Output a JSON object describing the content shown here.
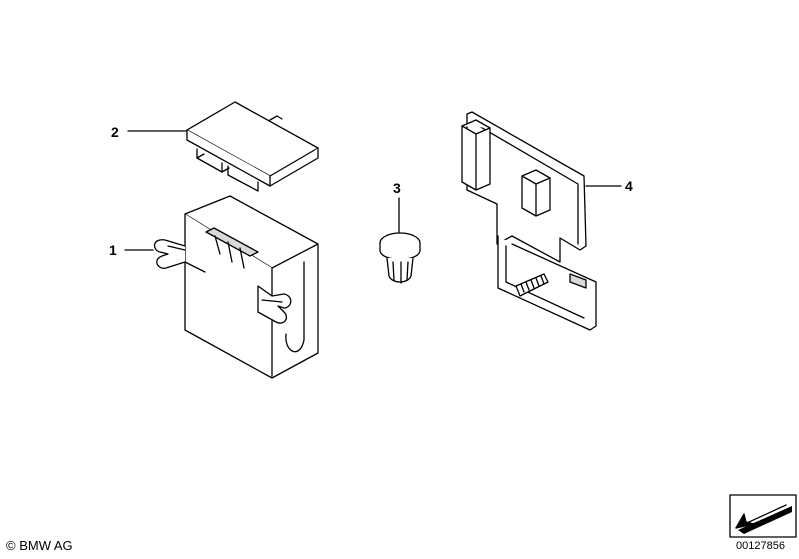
{
  "callouts": {
    "part1": "1",
    "part2": "2",
    "part3": "3",
    "part4": "4"
  },
  "footer": {
    "copyright": "© BMW AG",
    "diagram_id": "00127856"
  },
  "colors": {
    "line": "#000000",
    "fill": "#ffffff",
    "shade": "#d9d9d9"
  }
}
